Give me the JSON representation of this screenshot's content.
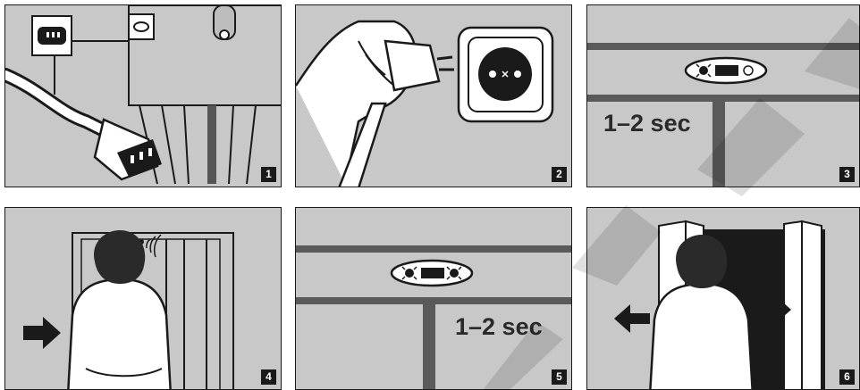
{
  "panels": [
    {
      "number": "1"
    },
    {
      "number": "2"
    },
    {
      "number": "3",
      "hold_text": "1–2 sec"
    },
    {
      "number": "4"
    },
    {
      "number": "5",
      "hold_text": "1–2 sec"
    },
    {
      "number": "6"
    }
  ],
  "icons": [
    "power-inlet-icon",
    "power-cord-plug-icon",
    "wall-socket-icon",
    "light-indicator-icon",
    "sensor-icon",
    "arrow-right-icon",
    "arrow-left-icon"
  ],
  "colors": {
    "panel_bg": "#c8c8c8",
    "line": "#1a1a1a",
    "watermark": "#000000"
  }
}
